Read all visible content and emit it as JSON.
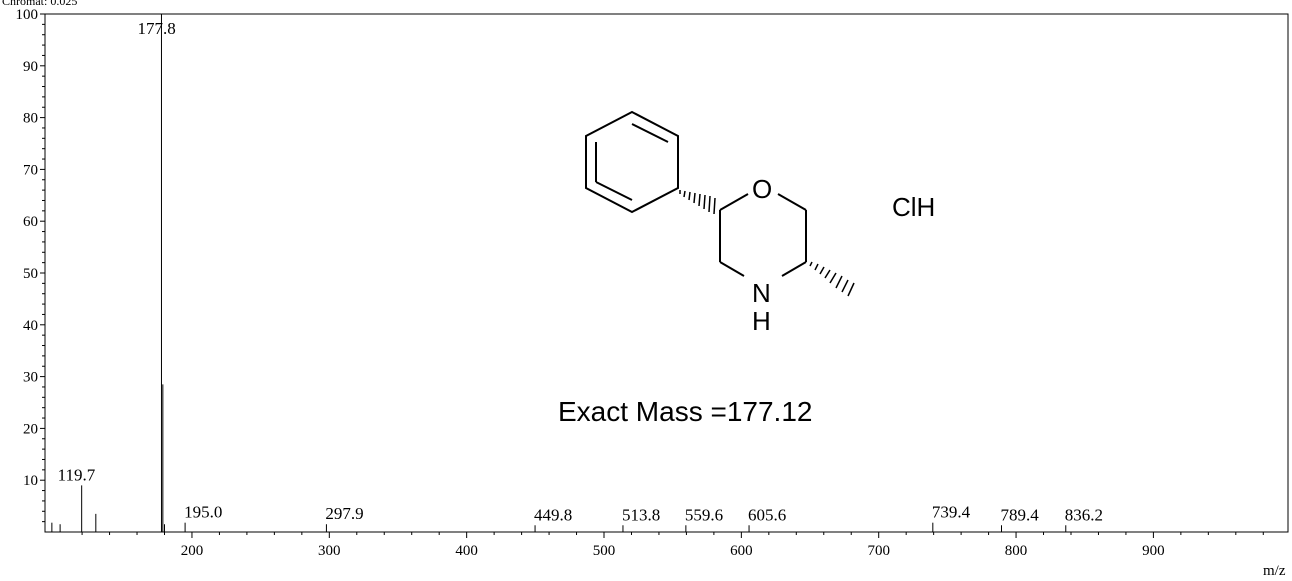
{
  "header": {
    "text": "Chromat: 0.025"
  },
  "chart_data": {
    "type": "bar",
    "xlabel": "m/z",
    "ylabel": "",
    "xlim": [
      93,
      998
    ],
    "ylim": [
      0,
      100
    ],
    "x_ticks": [
      200,
      300,
      400,
      500,
      600,
      700,
      800,
      900
    ],
    "y_ticks": [
      10,
      20,
      30,
      40,
      50,
      60,
      70,
      80,
      90,
      100
    ],
    "peaks": [
      {
        "mz": 98.0,
        "intensity": 1.8
      },
      {
        "mz": 104.0,
        "intensity": 1.5
      },
      {
        "mz": 119.7,
        "intensity": 9.0,
        "label": "119.7"
      },
      {
        "mz": 130.0,
        "intensity": 3.5
      },
      {
        "mz": 177.8,
        "intensity": 100.0,
        "label": "177.8"
      },
      {
        "mz": 178.8,
        "intensity": 28.5
      },
      {
        "mz": 180.0,
        "intensity": 1.5
      },
      {
        "mz": 195.0,
        "intensity": 1.8,
        "label": "195.0"
      },
      {
        "mz": 297.9,
        "intensity": 1.5,
        "label": "297.9"
      },
      {
        "mz": 449.8,
        "intensity": 1.3,
        "label": "449.8"
      },
      {
        "mz": 513.8,
        "intensity": 1.3,
        "label": "513.8"
      },
      {
        "mz": 559.6,
        "intensity": 1.3,
        "label": "559.6"
      },
      {
        "mz": 605.6,
        "intensity": 1.3,
        "label": "605.6"
      },
      {
        "mz": 739.4,
        "intensity": 1.8,
        "label": "739.4"
      },
      {
        "mz": 789.4,
        "intensity": 1.3,
        "label": "789.4"
      },
      {
        "mz": 836.2,
        "intensity": 1.3,
        "label": "836.2"
      }
    ]
  },
  "structure": {
    "atom_O": "O",
    "atom_N": "N",
    "atom_H": "H",
    "salt": "ClH",
    "exact_mass": "Exact Mass =177.12"
  },
  "colors": {
    "line": "#000000",
    "background": "#ffffff"
  }
}
